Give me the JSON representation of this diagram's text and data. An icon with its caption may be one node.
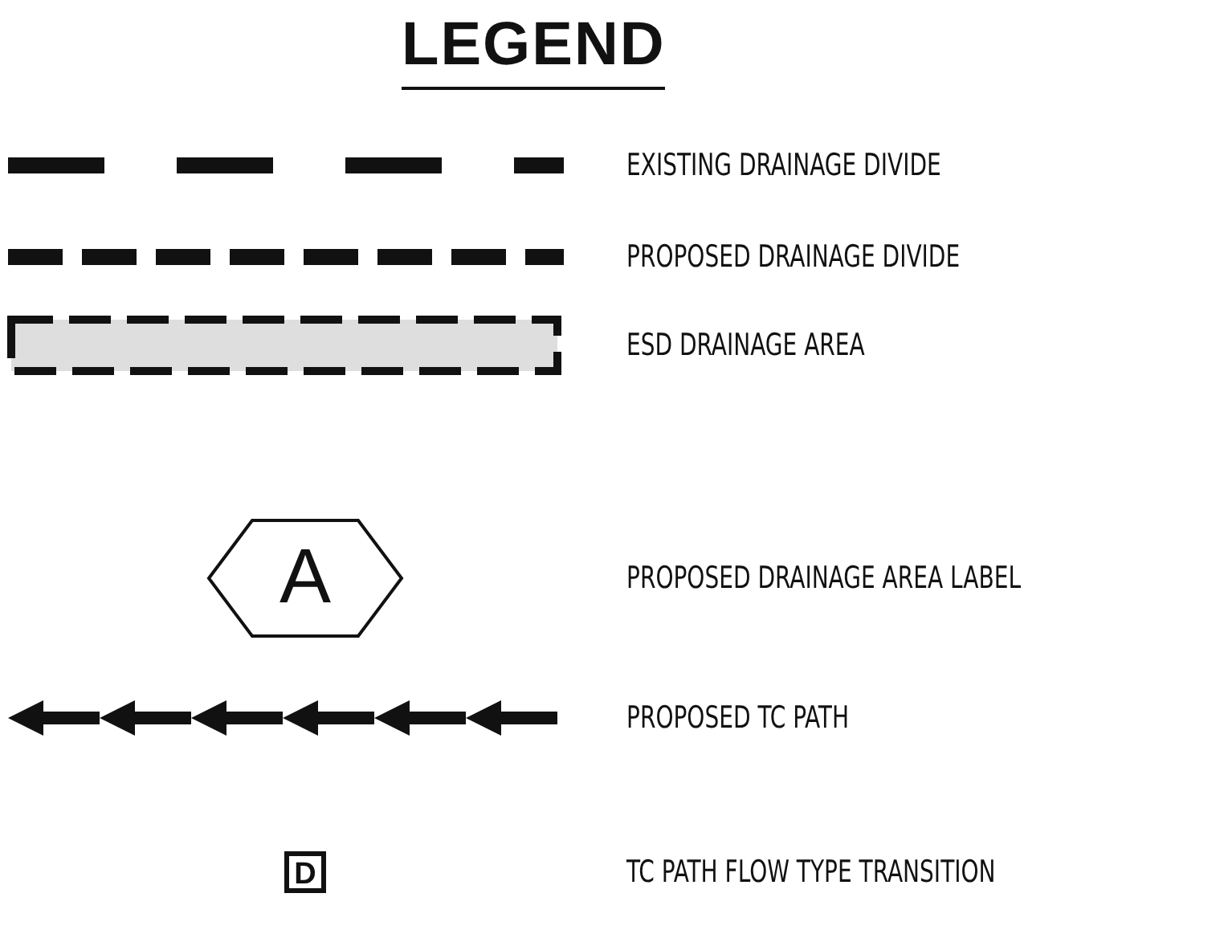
{
  "diagram": {
    "title": "LEGEND",
    "labels": [
      "A",
      "D"
    ],
    "legend": [
      {
        "text": "EXISTING DRAINAGE DIVIDE"
      },
      {
        "text": "PROPOSED DRAINAGE DIVIDE"
      },
      {
        "text": "ESD DRAINAGE AREA"
      },
      {
        "text": "PROPOSED DRAINAGE AREA LABEL"
      },
      {
        "text": "PROPOSED TC PATH"
      },
      {
        "text": "TC PATH FLOW TYPE TRANSITION"
      }
    ]
  }
}
